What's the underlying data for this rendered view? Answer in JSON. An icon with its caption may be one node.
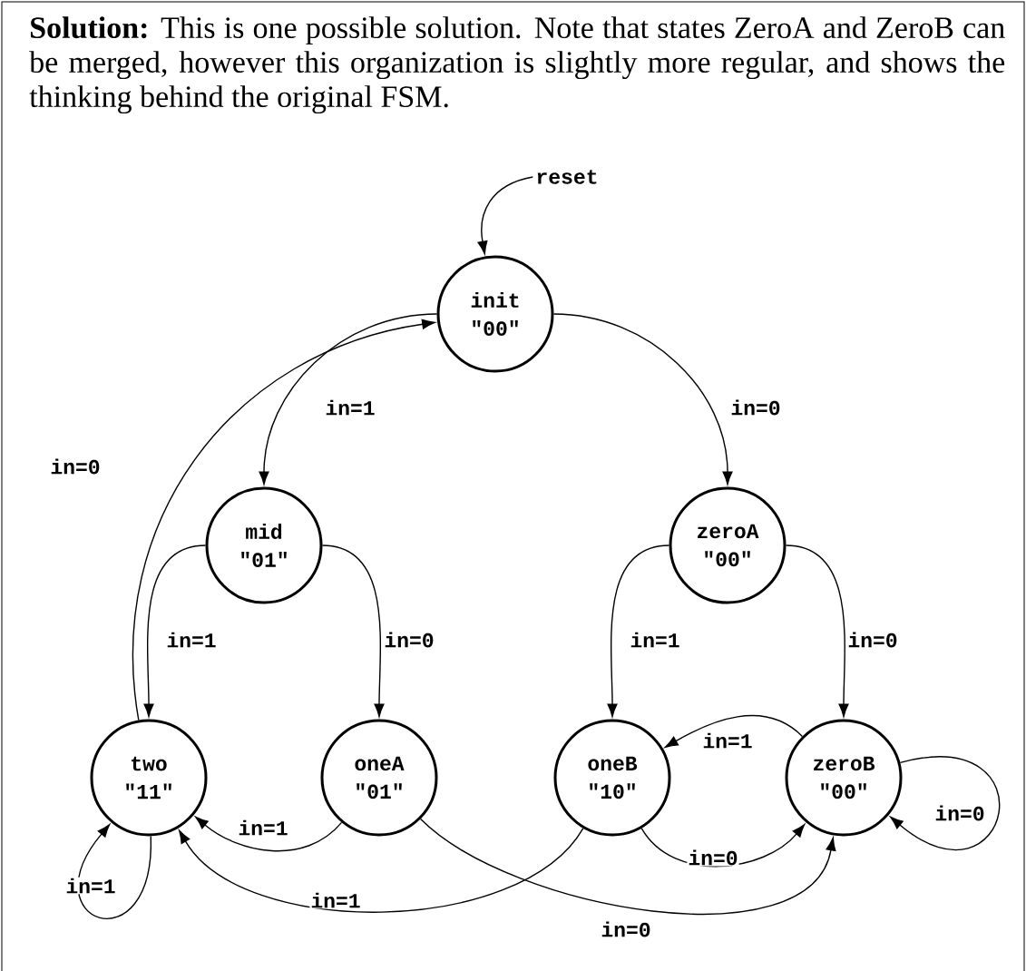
{
  "diagram": {
    "nodes": [
      {
        "text": [
          "reset"
        ]
      },
      {
        "text": [
          "init",
          "\"00\""
        ]
      },
      {
        "text": [
          "mid",
          "\"01\""
        ]
      },
      {
        "text": [
          "zeroA",
          "\"00\""
        ]
      },
      {
        "text": [
          "two",
          "\"11\""
        ]
      },
      {
        "text": [
          "oneA",
          "\"01\""
        ]
      },
      {
        "text": [
          "oneB",
          "\"10\""
        ]
      },
      {
        "text": [
          "zeroB",
          "\"00\""
        ]
      }
    ],
    "edges": [
      {
        "from": 0,
        "to": 1,
        "arrow": "to"
      },
      {
        "from": 1,
        "to": 2,
        "arrow": "to",
        "label": "in=1"
      },
      {
        "from": 1,
        "to": 3,
        "arrow": "to",
        "label": "in=0"
      },
      {
        "from": 4,
        "to": 1,
        "arrow": "to",
        "label": "in=0"
      },
      {
        "from": 2,
        "to": 4,
        "arrow": "to",
        "label": "in=1"
      },
      {
        "from": 2,
        "to": 5,
        "arrow": "to",
        "label": "in=0"
      },
      {
        "from": 3,
        "to": 6,
        "arrow": "to",
        "label": "in=1"
      },
      {
        "from": 3,
        "to": 7,
        "arrow": "to",
        "label": "in=0"
      },
      {
        "from": 7,
        "to": 6,
        "arrow": "to",
        "label": "in=1"
      },
      {
        "from": 7,
        "to": 7,
        "arrow": "to",
        "label": "in=0"
      },
      {
        "from": 5,
        "to": 4,
        "arrow": "to",
        "label": "in=1"
      },
      {
        "from": 4,
        "to": 4,
        "arrow": "to",
        "label": "in=1"
      },
      {
        "from": 6,
        "to": 7,
        "arrow": "to",
        "label": "in=0"
      },
      {
        "from": 6,
        "to": 4,
        "arrow": "to",
        "label": "in=1"
      },
      {
        "from": 5,
        "to": 7,
        "arrow": "to",
        "label": "in=0"
      }
    ],
    "labels": [
      "**Solution:** This is one possible solution. Note that states ZeroA and ZeroB can be merged, however this organization is slightly more regular, and shows the thinking behind the original FSM."
    ]
  }
}
